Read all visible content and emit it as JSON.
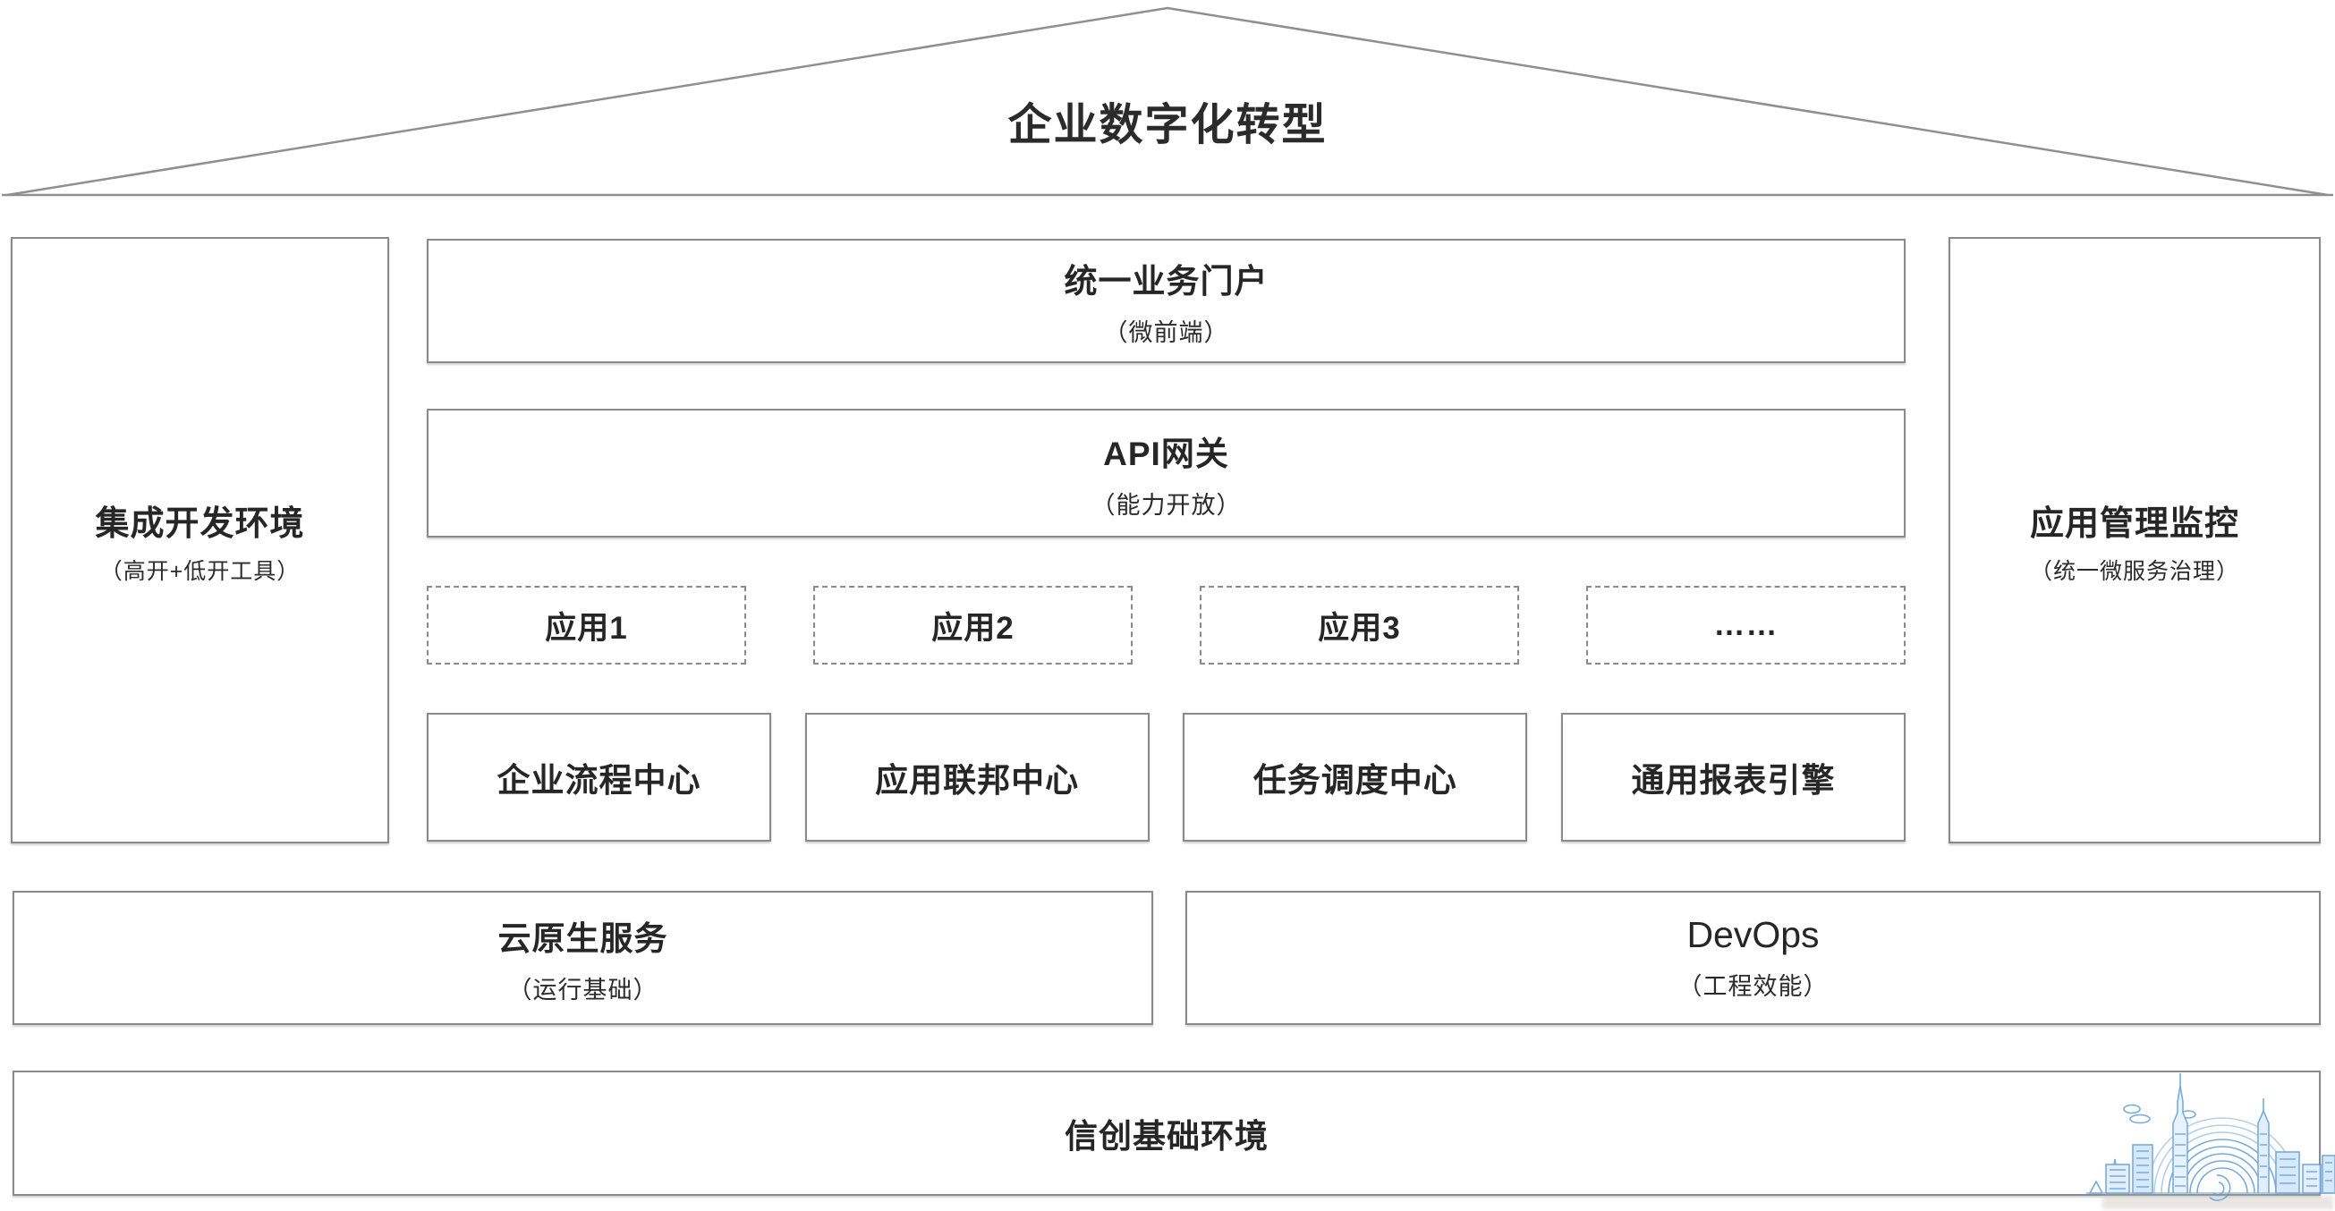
{
  "page": {
    "background": "#ffffff",
    "border_color": "#8a8a8a",
    "text_color": "#262626",
    "watermark_blue": "#5b9bd5"
  },
  "roof": {
    "title": "企业数字化转型"
  },
  "left_panel": {
    "title": "集成开发环境",
    "subtitle": "（高开+低开工具）"
  },
  "right_panel": {
    "title": "应用管理监控",
    "subtitle": "（统一微服务治理）"
  },
  "middle": {
    "portal": {
      "title": "统一业务门户",
      "subtitle": "（微前端）"
    },
    "gateway": {
      "title": "API网关",
      "subtitle": "（能力开放）"
    },
    "apps": [
      {
        "label": "应用1"
      },
      {
        "label": "应用2"
      },
      {
        "label": "应用3"
      },
      {
        "label": "……"
      }
    ],
    "centers": [
      {
        "label": "企业流程中心"
      },
      {
        "label": "应用联邦中心"
      },
      {
        "label": "任务调度中心"
      },
      {
        "label": "通用报表引擎"
      }
    ]
  },
  "foundation": {
    "cloud": {
      "title": "云原生服务",
      "subtitle": "（运行基础）"
    },
    "devops": {
      "title": "DevOps",
      "subtitle": "（工程效能）"
    }
  },
  "base": {
    "title": "信创基础环境"
  },
  "watermark": {
    "icon": "city-skyline-illustration"
  }
}
